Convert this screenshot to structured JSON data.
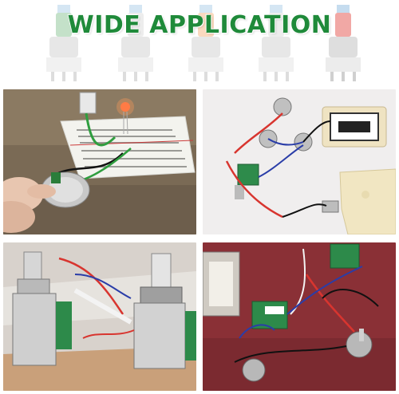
{
  "header": {
    "title": "WIDE APPLICATION"
  },
  "photos": [
    {
      "name": "breadboard-led-test"
    },
    {
      "name": "guitar-wiring-harness"
    },
    {
      "name": "push-pull-pots"
    },
    {
      "name": "switch-wiring-board"
    }
  ],
  "colors": {
    "title_green": "#1f8a3a",
    "knob_blue": "#7fb2dd",
    "knob_red": "#e2403a",
    "knob_green": "#4aa55a",
    "knob_orange": "#f08a3a"
  }
}
